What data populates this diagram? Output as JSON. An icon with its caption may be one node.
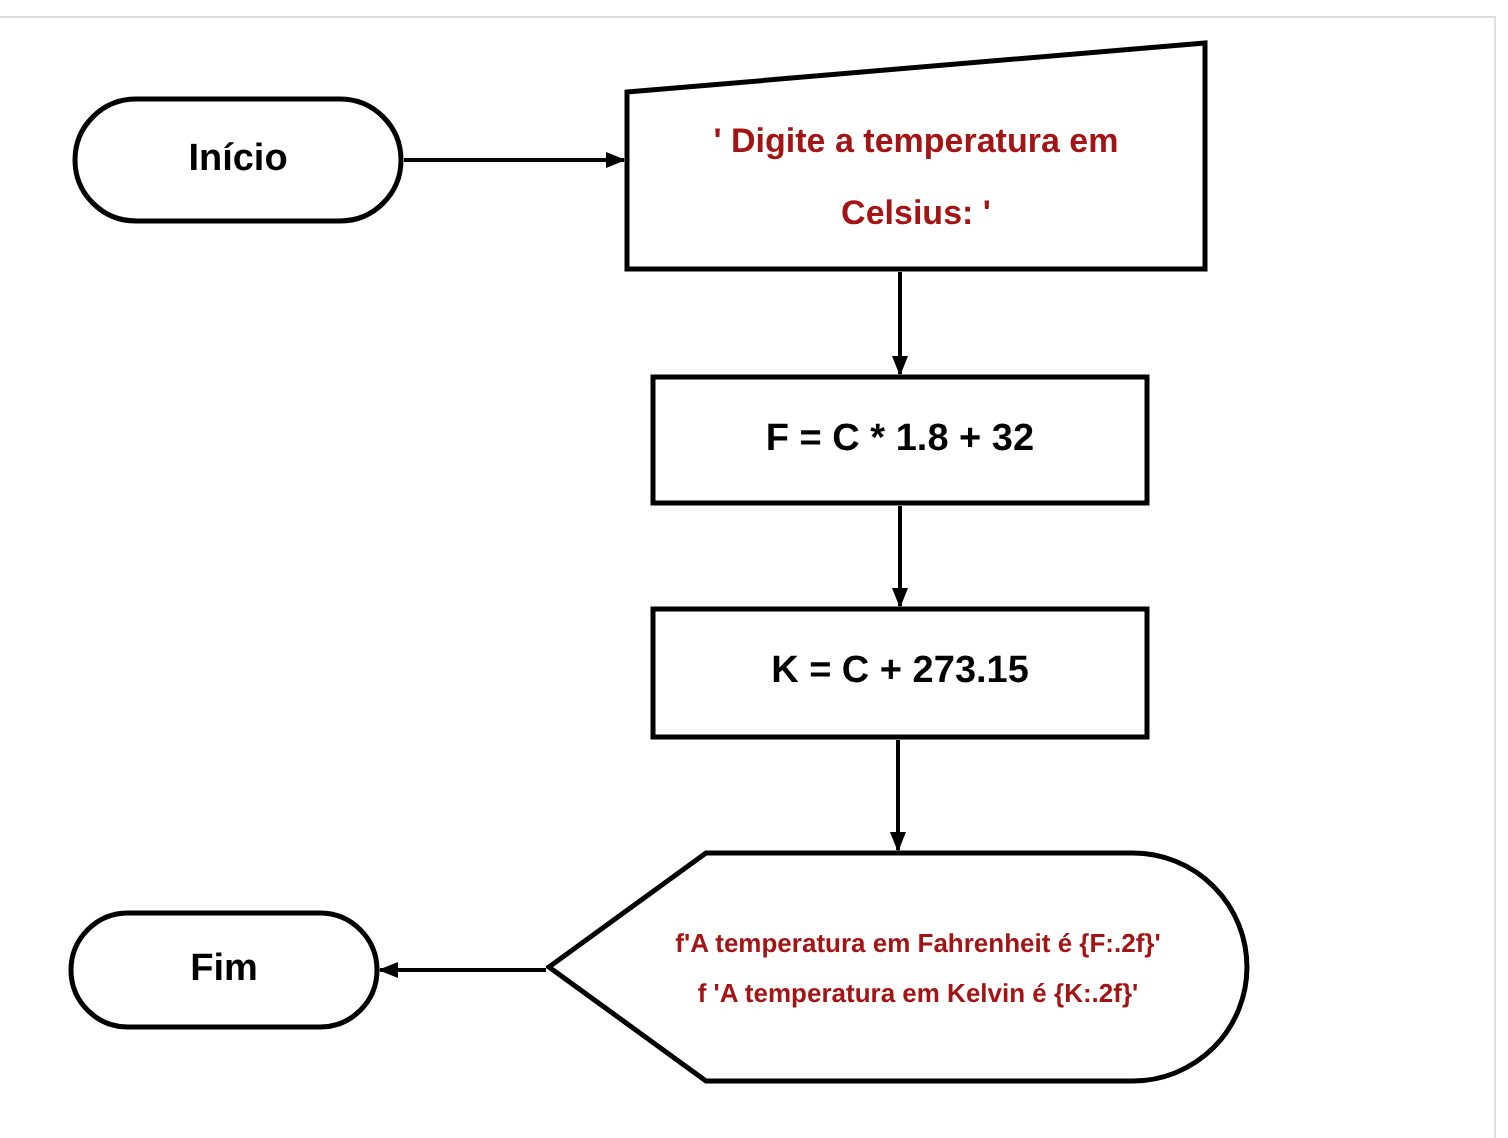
{
  "diagram": {
    "nodes": [
      {
        "text": [
          "Início"
        ]
      },
      {
        "text": [
          "' Digite a temperatura em Celsius: '"
        ]
      },
      {
        "text": [
          "F = C * 1.8 + 32"
        ]
      },
      {
        "text": [
          "K = C + 273.15"
        ]
      },
      {
        "text": [
          "f'A temperatura em Fahrenheit é {F:.2f}'",
          "f 'A temperatura em Kelvin é {K:.2f}'"
        ]
      },
      {
        "text": [
          "Fim"
        ]
      }
    ],
    "edges": [
      {
        "from": 0,
        "to": 1,
        "arrow": "to"
      },
      {
        "from": 1,
        "to": 2,
        "arrow": "to"
      },
      {
        "from": 2,
        "to": 3,
        "arrow": "to"
      },
      {
        "from": 3,
        "to": 4,
        "arrow": "to"
      },
      {
        "from": 4,
        "to": 5,
        "arrow": "to"
      }
    ]
  }
}
